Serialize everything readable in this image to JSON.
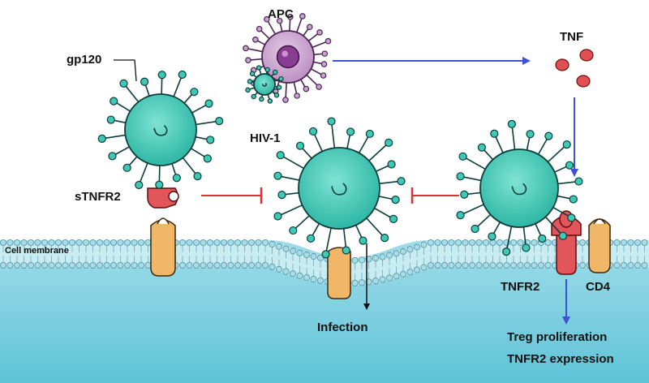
{
  "labels": {
    "apc": "APC",
    "tnf": "TNF",
    "gp120": "gp120",
    "hiv1": "HIV-1",
    "stnfr2": "sTNFR2",
    "cell_membrane": "Cell membrane",
    "infection": "Infection",
    "tnfr2": "TNFR2",
    "cd4": "CD4",
    "outcome_1": "Treg proliferation",
    "outcome_2": "TNFR2 expression"
  },
  "colors": {
    "virus_body": "#3ec9b7",
    "virus_outline": "#0b3d3a",
    "apc_body": "#c9a3cf",
    "apc_nucleus": "#8a3c93",
    "tnf_dot": "#e04f52",
    "receptor_cd4": "#f0b768",
    "receptor_tnfr2": "#e2555a",
    "inhibit_arrow": "#e03030",
    "signal_arrow": "#3f51d8",
    "cell_interior": "#8ed7e4",
    "membrane_head": "#a7dde8"
  }
}
